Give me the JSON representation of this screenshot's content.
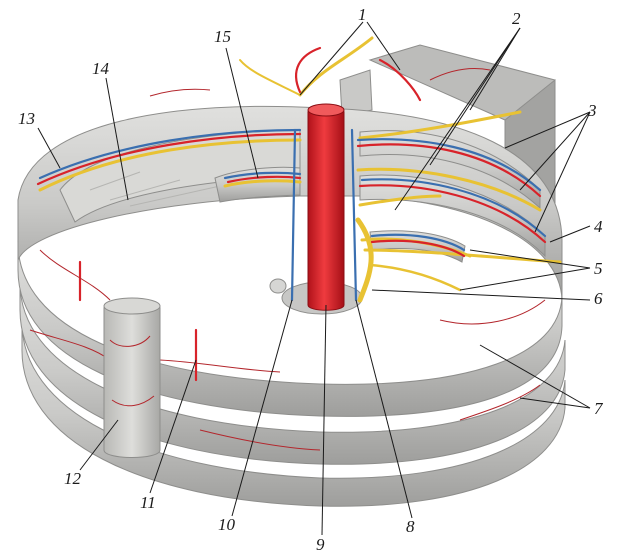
{
  "labels": {
    "l1": "1",
    "l2": "2",
    "l3": "3",
    "l4": "4",
    "l5": "5",
    "l6": "6",
    "l7": "7",
    "l8": "8",
    "l9": "9",
    "l10": "10",
    "l11": "11",
    "l12": "12",
    "l13": "13",
    "l14": "14",
    "l15": "15"
  },
  "colors": {
    "bone": "#cfcfcd",
    "bone_shade": "#a9a9a7",
    "artery": "#d8232a",
    "vein": "#3a6fb0",
    "nerve": "#e8c233",
    "vessel_fine": "#b3262c"
  }
}
